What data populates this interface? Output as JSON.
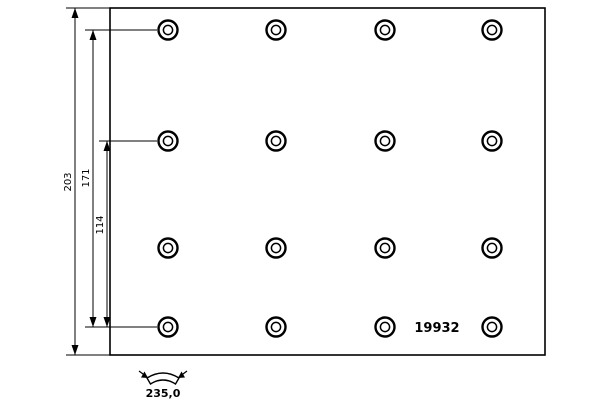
{
  "drawing": {
    "type": "brake-lining-technical-drawing",
    "part_number": "19932",
    "dimensions": {
      "total_height": "203",
      "hole_span_outer": "171",
      "hole_span_inner": "114",
      "width": "235,0"
    },
    "hole_grid": {
      "rows": 4,
      "cols": 4,
      "hole_style": "double-ring rivet hole"
    },
    "colors": {
      "line": "#000000",
      "background": "#ffffff"
    }
  }
}
